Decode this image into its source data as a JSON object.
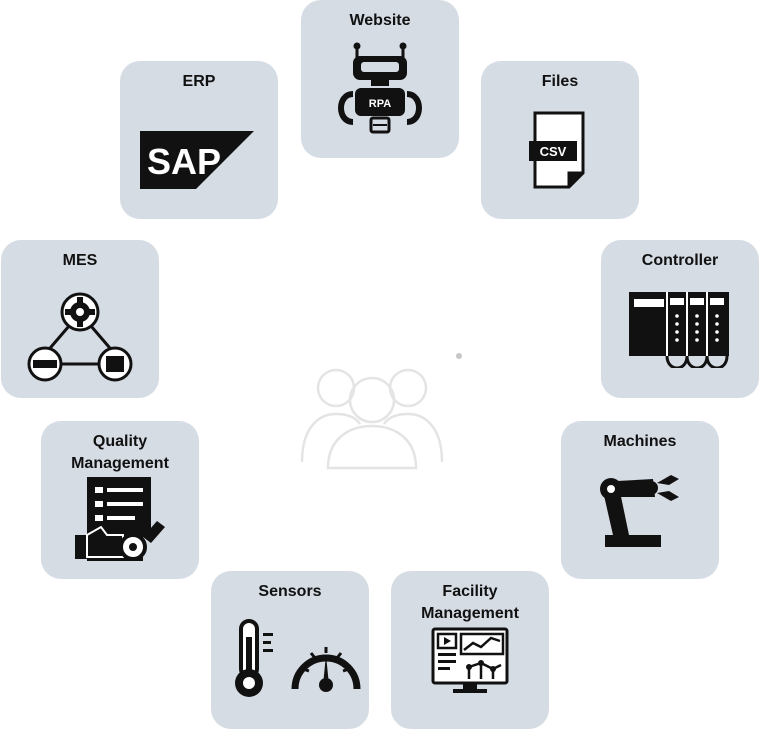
{
  "cards": {
    "website": {
      "title": "Website",
      "badge": "RPA"
    },
    "files": {
      "title": "Files",
      "badge": "CSV"
    },
    "erp": {
      "title": "ERP",
      "logo": "SAP"
    },
    "controller": {
      "title": "Controller"
    },
    "mes": {
      "title": "MES"
    },
    "machines": {
      "title": "Machines"
    },
    "quality": {
      "title_line1": "Quality",
      "title_line2": "Management"
    },
    "sensors": {
      "title": "Sensors"
    },
    "facility": {
      "title_line1": "Facility",
      "title_line2": "Management"
    }
  },
  "icons": {
    "center": "users-icon",
    "website": "robot-icon",
    "files": "csv-file-icon",
    "erp": "sap-logo",
    "controller": "plc-icon",
    "mes": "process-network-icon",
    "machines": "robot-arm-icon",
    "quality": "quality-checklist-icon",
    "sensors": "thermometer-gauge-icon",
    "facility": "dashboard-monitor-icon"
  },
  "colors": {
    "card": "#d6dce4",
    "icon": "#111111"
  }
}
